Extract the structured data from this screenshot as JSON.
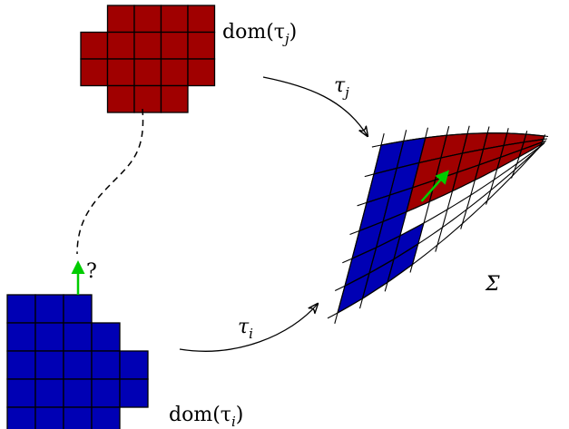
{
  "labels": {
    "dom_j": "dom(τ",
    "dom_j_sub": "j",
    "dom_i": "dom(τ",
    "dom_i_sub": "i",
    "tau_j": "τ",
    "tau_j_sub": "j",
    "tau_i": "τ",
    "tau_i_sub": "i",
    "surface": "Σ",
    "question": "?",
    "close_paren": ")"
  },
  "colors": {
    "red": "#a00000",
    "blue": "#0000b4",
    "green": "#00cc00",
    "line": "#000000"
  }
}
